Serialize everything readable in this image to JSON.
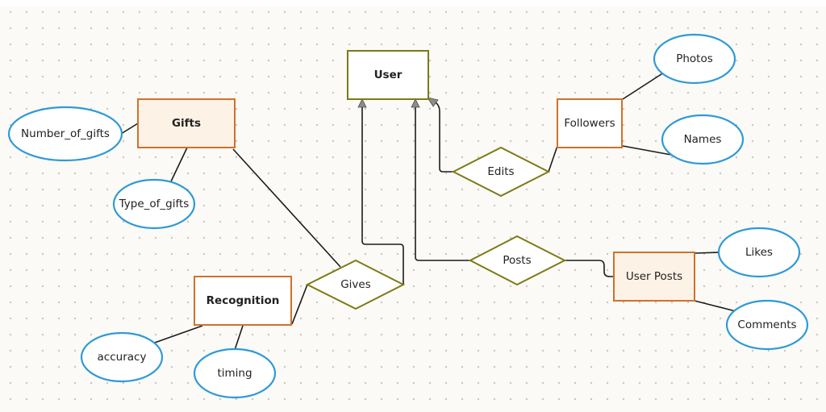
{
  "diagram": {
    "type": "er-diagram",
    "colors": {
      "entity_border_orange": "#d0712a",
      "entity_border_olive": "#7d7a14",
      "entity_fill_tinted": "#fdf2e6",
      "relationship_border": "#7d7a14",
      "attribute_border": "#2f9ad6",
      "connector": "#1b1b1b",
      "arrowhead": "#8c8c8c"
    },
    "entities": [
      {
        "id": "user",
        "label": "User",
        "style": "olive"
      },
      {
        "id": "gifts",
        "label": "Gifts",
        "style": "orange-tinted"
      },
      {
        "id": "followers",
        "label": "Followers",
        "style": "orange"
      },
      {
        "id": "recognition",
        "label": "Recognition",
        "style": "orange"
      },
      {
        "id": "user_posts",
        "label": "User Posts",
        "style": "orange-tinted"
      }
    ],
    "relationships": [
      {
        "id": "edits",
        "label": "Edits",
        "connects": [
          "followers",
          "user"
        ]
      },
      {
        "id": "gives",
        "label": "Gives",
        "connects": [
          "gifts",
          "recognition",
          "user"
        ]
      },
      {
        "id": "posts",
        "label": "Posts",
        "connects": [
          "user_posts",
          "user"
        ]
      }
    ],
    "attributes": [
      {
        "id": "photos",
        "label": "Photos",
        "entity": "followers"
      },
      {
        "id": "names",
        "label": "Names",
        "entity": "followers"
      },
      {
        "id": "number_of_gifts",
        "label": "Number_of_gifts",
        "entity": "gifts"
      },
      {
        "id": "type_of_gifts",
        "label": "Type_of_gifts",
        "entity": "gifts"
      },
      {
        "id": "accuracy",
        "label": "accuracy",
        "entity": "recognition"
      },
      {
        "id": "timing",
        "label": "timing",
        "entity": "recognition"
      },
      {
        "id": "likes",
        "label": "Likes",
        "entity": "user_posts"
      },
      {
        "id": "comments",
        "label": "Comments",
        "entity": "user_posts"
      }
    ],
    "arrows_into": "user"
  }
}
